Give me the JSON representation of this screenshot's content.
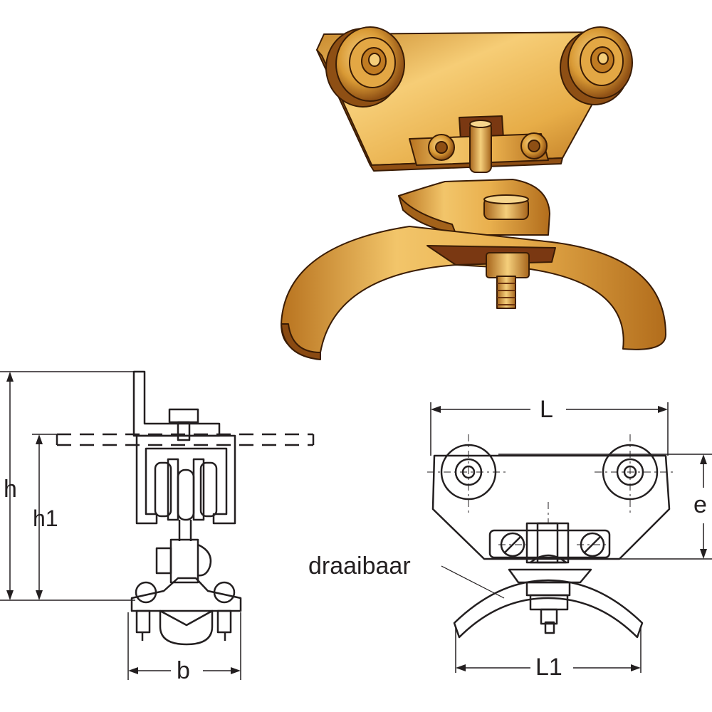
{
  "product": "cable trolley with rotatable cable saddle",
  "colors": {
    "brass_light": "#f7cf77",
    "brass_mid": "#e0a23a",
    "brass_dark": "#a8661c",
    "brass_shadow": "#7a3f10",
    "line": "#231f20"
  },
  "dimensions": {
    "h": "h",
    "h1": "h1",
    "b": "b",
    "L": "L",
    "e": "e",
    "L1": "L1"
  },
  "annotation": "draaibaar"
}
